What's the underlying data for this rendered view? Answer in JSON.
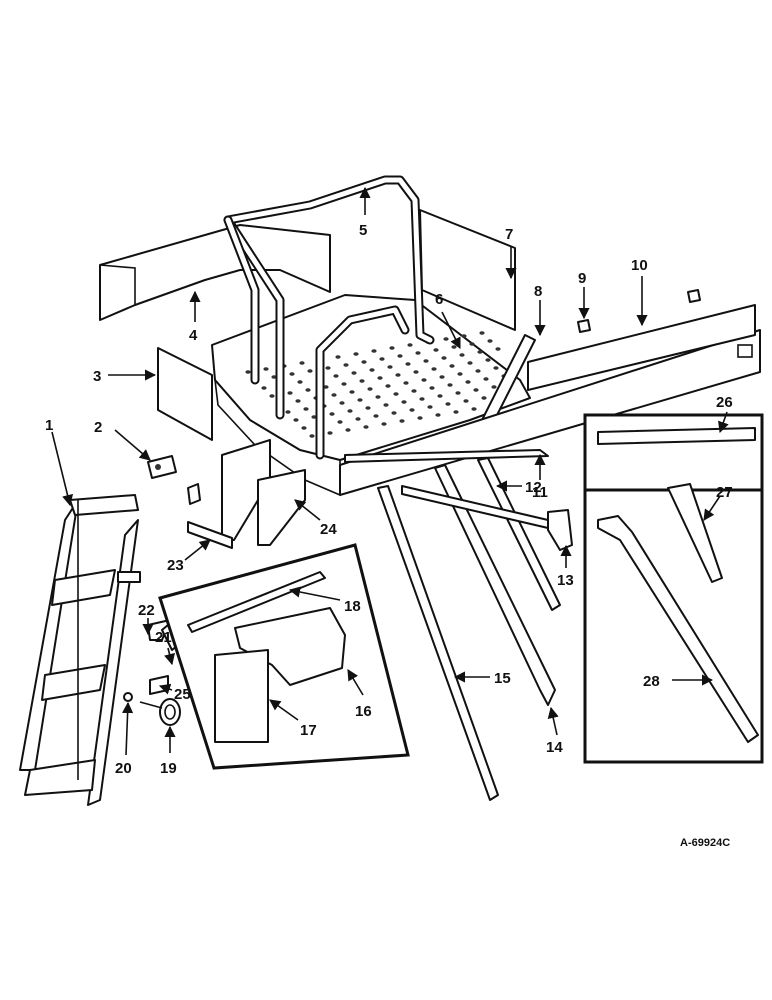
{
  "drawing_number": "A-69924C",
  "callouts": [
    "1",
    "2",
    "3",
    "4",
    "5",
    "6",
    "7",
    "8",
    "9",
    "10",
    "11",
    "12",
    "13",
    "14",
    "15",
    "16",
    "17",
    "18",
    "19",
    "20",
    "21",
    "22",
    "23",
    "24",
    "25",
    "26",
    "27",
    "28"
  ]
}
